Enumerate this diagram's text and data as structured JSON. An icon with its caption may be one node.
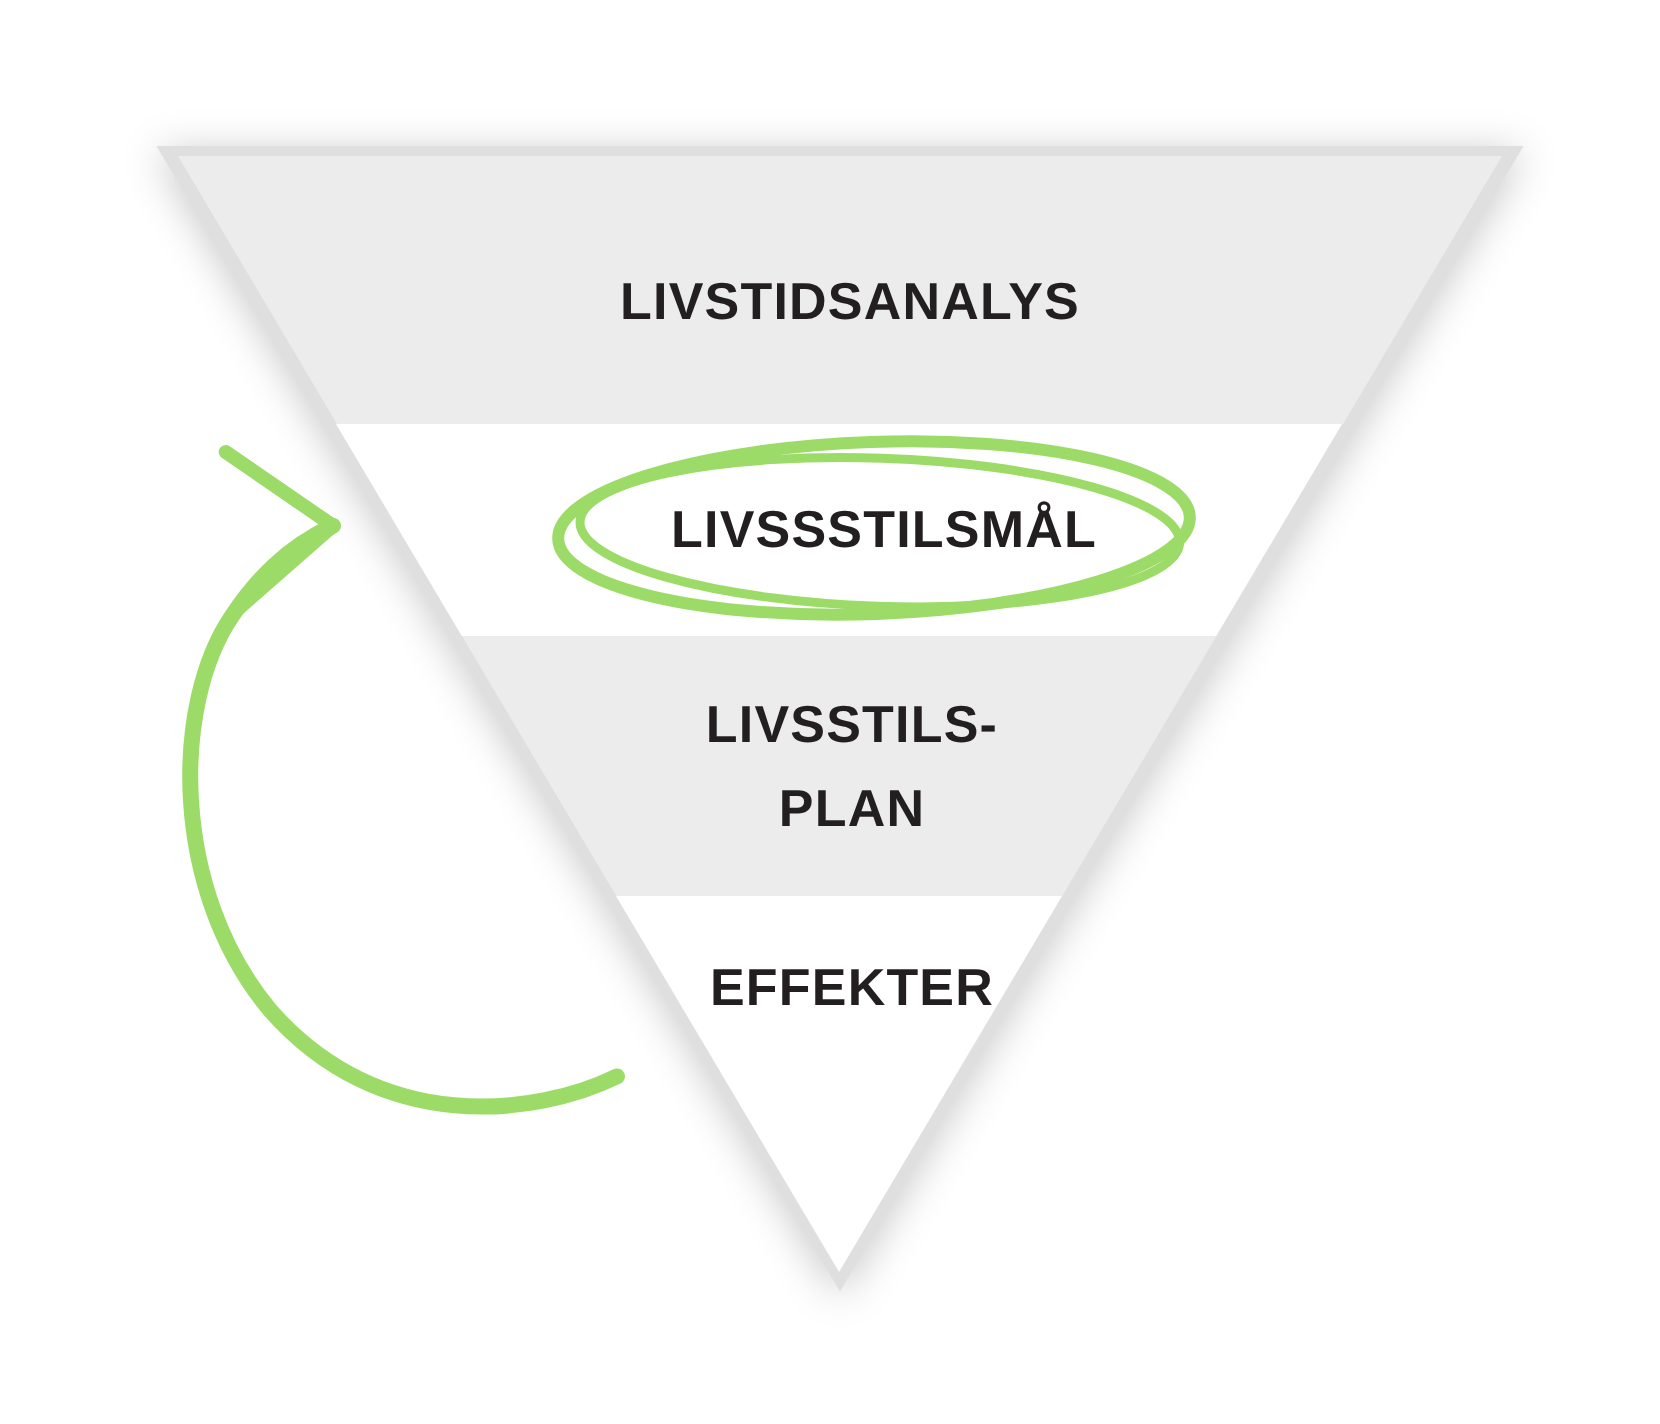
{
  "diagram": {
    "nodes": [
      {
        "text": [
          "LIVSTIDSANALYS"
        ]
      },
      {
        "text": [
          "LIVSSSTILSMÅL"
        ]
      },
      {
        "text": [
          "LIVSSTILS- PLAN"
        ]
      },
      {
        "text": [
          "EFFEKTER"
        ]
      }
    ],
    "edges": [
      {
        "from": 3,
        "to": 1,
        "arrow": "to"
      }
    ]
  }
}
